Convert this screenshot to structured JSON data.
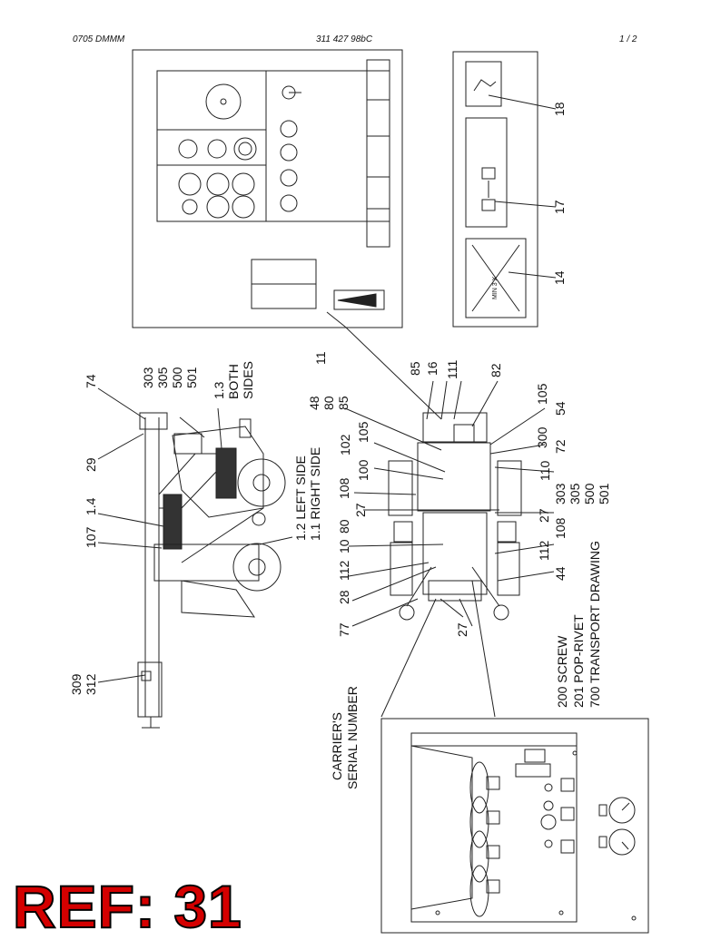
{
  "header": {
    "left": "0705 DMMM",
    "center": "311 427 98bC",
    "right": "1 / 2"
  },
  "callouts": {
    "c18": "18",
    "c17": "17",
    "c14": "14",
    "c11": "11",
    "c74": "74",
    "c29": "29",
    "c303a": "303",
    "c305a": "305",
    "c500a": "500",
    "c501a": "501",
    "c13": "1.3",
    "both": "BOTH",
    "sides": "SIDES",
    "c107": "107",
    "c14b": "1.4",
    "c12": "1.2 LEFT SIDE",
    "c11b": "1.1 RIGHT SIDE",
    "c309": "309",
    "c312": "312",
    "c48": "48",
    "c80a": "80",
    "c85a": "85",
    "c85b": "85",
    "c16": "16",
    "c111": "111",
    "c82": "82",
    "c105a": "105",
    "c54": "54",
    "c102": "102",
    "c105b": "105",
    "c100": "100",
    "c300": "300",
    "c72": "72",
    "c110": "110",
    "c108a": "108",
    "c27a": "27",
    "c303b": "303",
    "c305b": "305",
    "c500b": "500",
    "c501b": "501",
    "c10": "10",
    "c80b": "80",
    "c27b": "27",
    "c108b": "108",
    "c112a": "112",
    "c112b": "112",
    "c44": "44",
    "c28": "28",
    "c77": "77",
    "c27c": "27",
    "screw": "200 SCREW",
    "poprivet": "201 POP-RIVET",
    "transport": "700 TRANSPORT DRAWING",
    "carrier": "CARRIER'S",
    "serial": "SERIAL NUMBER",
    "min3x": "MIN 3 X"
  },
  "ref_label": "REF: 31"
}
